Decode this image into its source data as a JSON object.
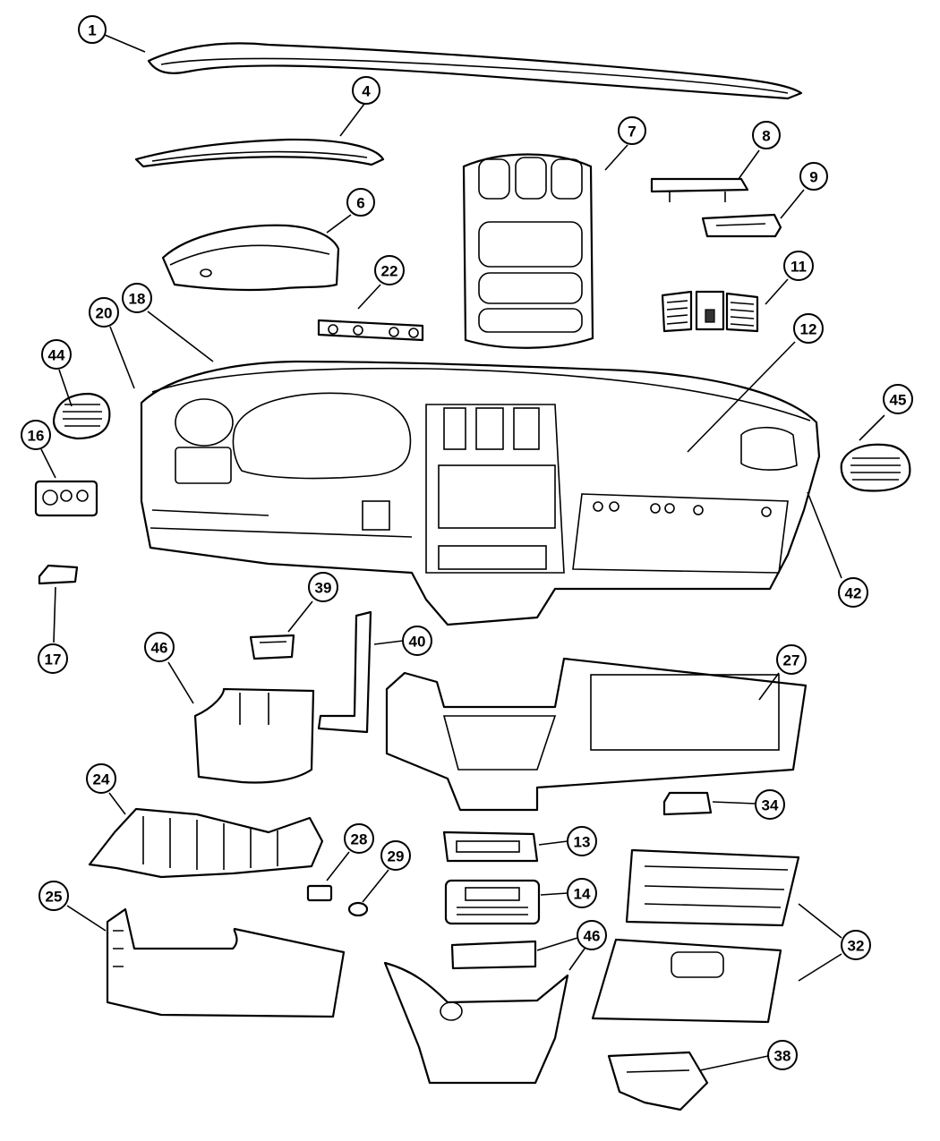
{
  "callouts": [
    {
      "id": "c1",
      "label": "1"
    },
    {
      "id": "c4",
      "label": "4"
    },
    {
      "id": "c7",
      "label": "7"
    },
    {
      "id": "c8",
      "label": "8"
    },
    {
      "id": "c9",
      "label": "9"
    },
    {
      "id": "c6",
      "label": "6"
    },
    {
      "id": "c22",
      "label": "22"
    },
    {
      "id": "c11",
      "label": "11"
    },
    {
      "id": "c18",
      "label": "18"
    },
    {
      "id": "c20",
      "label": "20"
    },
    {
      "id": "c44",
      "label": "44"
    },
    {
      "id": "c12",
      "label": "12"
    },
    {
      "id": "c45",
      "label": "45"
    },
    {
      "id": "c16",
      "label": "16"
    },
    {
      "id": "c42",
      "label": "42"
    },
    {
      "id": "c17",
      "label": "17"
    },
    {
      "id": "c39",
      "label": "39"
    },
    {
      "id": "c40",
      "label": "40"
    },
    {
      "id": "c46a",
      "label": "46"
    },
    {
      "id": "c27",
      "label": "27"
    },
    {
      "id": "c34",
      "label": "34"
    },
    {
      "id": "c24",
      "label": "24"
    },
    {
      "id": "c13",
      "label": "13"
    },
    {
      "id": "c28",
      "label": "28"
    },
    {
      "id": "c29",
      "label": "29"
    },
    {
      "id": "c14",
      "label": "14"
    },
    {
      "id": "c25",
      "label": "25"
    },
    {
      "id": "c46b",
      "label": "46"
    },
    {
      "id": "c32",
      "label": "32"
    },
    {
      "id": "c38",
      "label": "38"
    }
  ]
}
